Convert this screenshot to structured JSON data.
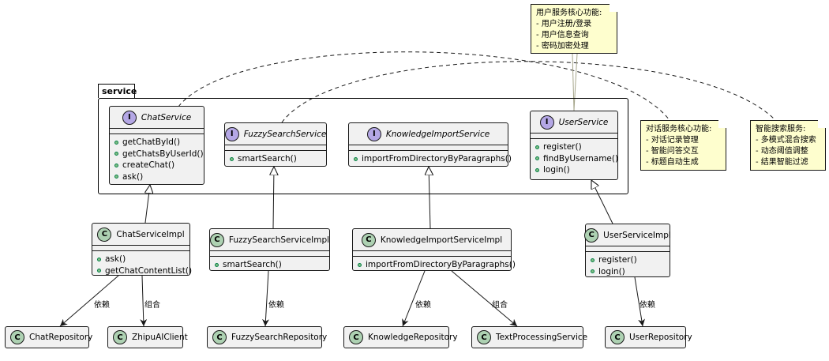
{
  "package": {
    "name": "service"
  },
  "interfaces": [
    {
      "key": "ChatService",
      "stereotype": "I",
      "name": "ChatService",
      "methods": [
        "getChatById()",
        "getChatsByUserId()",
        "createChat()",
        "ask()"
      ]
    },
    {
      "key": "FuzzySearchService",
      "stereotype": "I",
      "name": "FuzzySearchService",
      "methods": [
        "smartSearch()"
      ]
    },
    {
      "key": "KnowledgeImportService",
      "stereotype": "I",
      "name": "KnowledgeImportService",
      "methods": [
        "importFromDirectoryByParagraphs()"
      ]
    },
    {
      "key": "UserService",
      "stereotype": "I",
      "name": "UserService",
      "methods": [
        "register()",
        "findByUsername()",
        "login()"
      ]
    }
  ],
  "implementations": [
    {
      "key": "ChatServiceImpl",
      "stereotype": "C",
      "name": "ChatServiceImpl",
      "methods": [
        "ask()",
        "getChatContentList()"
      ]
    },
    {
      "key": "FuzzySearchServiceImpl",
      "stereotype": "C",
      "name": "FuzzySearchServiceImpl",
      "methods": [
        "smartSearch()"
      ]
    },
    {
      "key": "KnowledgeImportServiceImpl",
      "stereotype": "C",
      "name": "KnowledgeImportServiceImpl",
      "methods": [
        "importFromDirectoryByParagraphs()"
      ]
    },
    {
      "key": "UserServiceImpl",
      "stereotype": "C",
      "name": "UserServiceImpl",
      "methods": [
        "register()",
        "login()"
      ]
    }
  ],
  "dependencies": [
    {
      "key": "ChatRepository",
      "stereotype": "C",
      "name": "ChatRepository"
    },
    {
      "key": "ZhipuAIClient",
      "stereotype": "C",
      "name": "ZhipuAIClient"
    },
    {
      "key": "FuzzySearchRepository",
      "stereotype": "C",
      "name": "FuzzySearchRepository"
    },
    {
      "key": "KnowledgeRepository",
      "stereotype": "C",
      "name": "KnowledgeRepository"
    },
    {
      "key": "TextProcessingService",
      "stereotype": "C",
      "name": "TextProcessingService"
    },
    {
      "key": "UserRepository",
      "stereotype": "C",
      "name": "UserRepository"
    }
  ],
  "edge_labels": [
    {
      "key": "chat-repo",
      "text": "依赖"
    },
    {
      "key": "chat-zhipu",
      "text": "组合"
    },
    {
      "key": "fuzzy-repo",
      "text": "依赖"
    },
    {
      "key": "know-repo",
      "text": "依赖"
    },
    {
      "key": "know-text",
      "text": "组合"
    },
    {
      "key": "user-repo",
      "text": "依赖"
    }
  ],
  "notes": [
    {
      "key": "user-note",
      "lines": [
        "用户服务核心功能:",
        "- 用户注册/登录",
        "- 用户信息查询",
        "- 密码加密处理"
      ]
    },
    {
      "key": "chat-note",
      "lines": [
        "对话服务核心功能:",
        "- 对话记录管理",
        "- 智能问答交互",
        "- 标题自动生成"
      ]
    },
    {
      "key": "search-note",
      "lines": [
        "智能搜索服务:",
        "- 多模式混合搜索",
        "- 动态阈值调整",
        "- 结果智能过滤"
      ]
    }
  ],
  "colors": {
    "box_fill": "#f1f1f1",
    "interface_badge": "#b4a7e5",
    "class_badge": "#add1b2",
    "note_fill": "#fefece",
    "method_dot": "#84be84"
  }
}
